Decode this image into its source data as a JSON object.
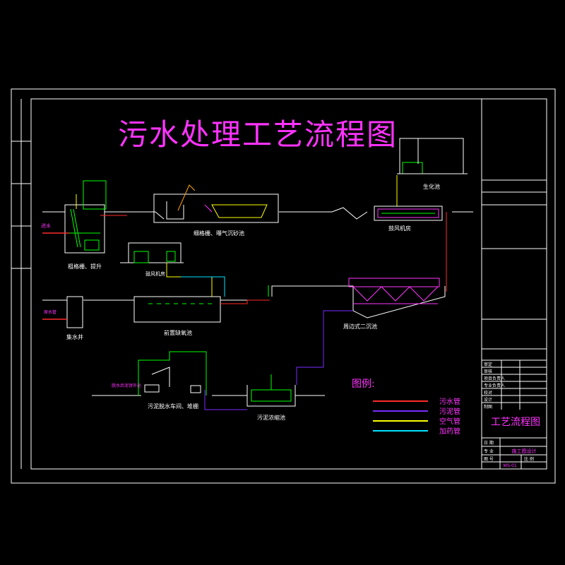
{
  "title": "污水处理工艺流程图",
  "units": {
    "grille_well": "粗格栅、提升",
    "grit_tank": "细格栅、曝气沉砂池",
    "filter": "生化池",
    "blower_room": "鼓风机房",
    "intake": "集水井",
    "anoxic_tank": "前置缺氧池",
    "clarifier": "周边式二沉池",
    "dewatering": "污泥脱水车间、堆棚",
    "sludge_pump": "污泥浓缩池",
    "sludge_label": "脱水后泥饼外运"
  },
  "inflow_label": "进水",
  "raw_label": "原水管",
  "legend": {
    "title": "图例:",
    "items": [
      {
        "label": "污水管",
        "color": "#ff2a2a"
      },
      {
        "label": "污泥管",
        "color": "#7a2cff"
      },
      {
        "label": "空气管",
        "color": "#ffff00"
      },
      {
        "label": "加药管",
        "color": "#00e5ff"
      }
    ]
  },
  "colors": {
    "sewage": "#ff2a2a",
    "sludge": "#7a2cff",
    "air": "#ffff00",
    "dosing": "#00e5ff",
    "structure": "#ffffff",
    "equipment": "#00ff00",
    "accent": "#ff33ff"
  },
  "titleblock": {
    "drawing_name": "工艺流程图",
    "row_labels": [
      "审定",
      "审核",
      "项目负责人",
      "专业负责人",
      "校对",
      "设计",
      "制图"
    ],
    "bottom_left_a": "日 期",
    "bottom_left_b": "专 业",
    "bottom_right": "施工图设计",
    "sheet_label": "图 号",
    "sheet_no": "WS-01",
    "scale_label": "比 例"
  }
}
